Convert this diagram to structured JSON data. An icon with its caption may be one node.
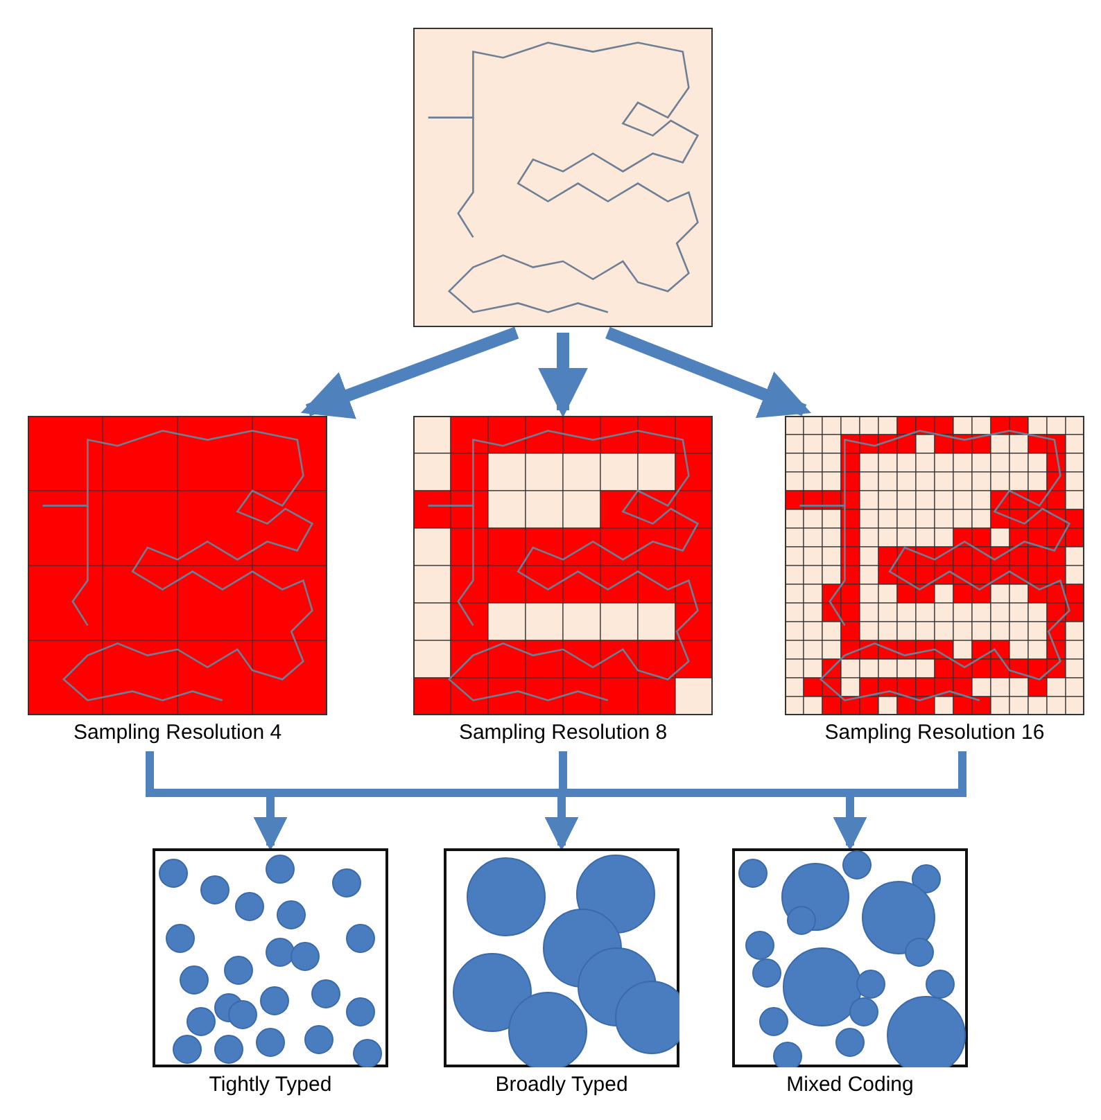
{
  "diagram": {
    "nodes": [
      {
        "text": [],
        "shape": "picture"
      },
      {
        "text": [],
        "shape": "picture",
        "beside": [
          "Sampling Resolution 4"
        ]
      },
      {
        "text": [],
        "shape": "picture",
        "beside": [
          "Sampling Resolution 8"
        ]
      },
      {
        "text": [],
        "shape": "picture",
        "beside": [
          "Sampling Resolution 16"
        ]
      },
      {
        "text": [],
        "shape": "picture",
        "beside": [
          "Tightly Typed"
        ]
      },
      {
        "text": [],
        "shape": "picture",
        "beside": [
          "Broadly Typed"
        ]
      },
      {
        "text": [],
        "shape": "picture",
        "beside": [
          "Mixed Coding"
        ]
      }
    ],
    "edges": [
      {
        "from": 0,
        "to": 1,
        "arrow": "to"
      },
      {
        "from": 0,
        "to": 2,
        "arrow": "to"
      },
      {
        "from": 0,
        "to": 3,
        "arrow": "to"
      },
      {
        "from": 1,
        "to": 4,
        "arrow": "to"
      },
      {
        "from": 1,
        "to": 5,
        "arrow": "to"
      },
      {
        "from": 1,
        "to": 6,
        "arrow": "to"
      },
      {
        "from": 2,
        "to": 4,
        "arrow": "to"
      },
      {
        "from": 2,
        "to": 5,
        "arrow": "to"
      },
      {
        "from": 2,
        "to": 6,
        "arrow": "to"
      },
      {
        "from": 3,
        "to": 4,
        "arrow": "to"
      },
      {
        "from": 3,
        "to": 5,
        "arrow": "to"
      },
      {
        "from": 3,
        "to": 6,
        "arrow": "to"
      }
    ]
  }
}
